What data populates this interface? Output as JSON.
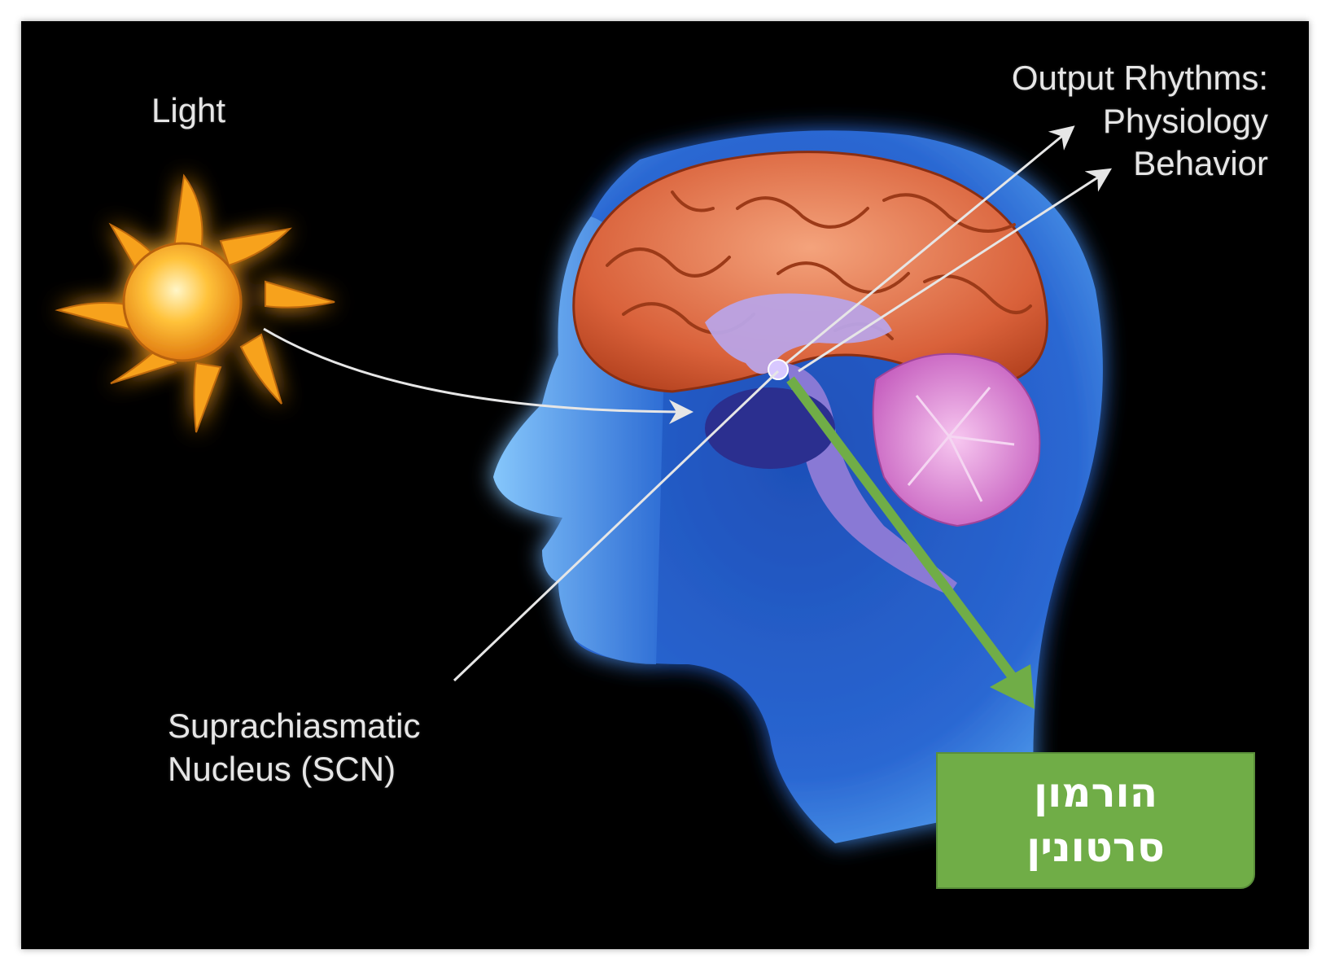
{
  "labels": {
    "light": "Light",
    "output_title": "Output Rhythms:",
    "output_physiology": "Physiology",
    "output_behavior": "Behavior",
    "scn_line1": "Suprachiasmatic",
    "scn_line2": "Nucleus (SCN)"
  },
  "hebrew_box": {
    "line1": "הורמון",
    "line2": "סרטונין"
  },
  "colors": {
    "background": "#000000",
    "sun": "#f7a21b",
    "head": "#2f6fd6",
    "cerebrum": "#d9613a",
    "cerebellum": "#d97fcf",
    "green_arrow": "#70ad47",
    "white_arrow": "#e6e6e6"
  },
  "icons": {
    "sun": "sun-icon",
    "head": "head-silhouette-icon",
    "brain": "brain-icon"
  }
}
